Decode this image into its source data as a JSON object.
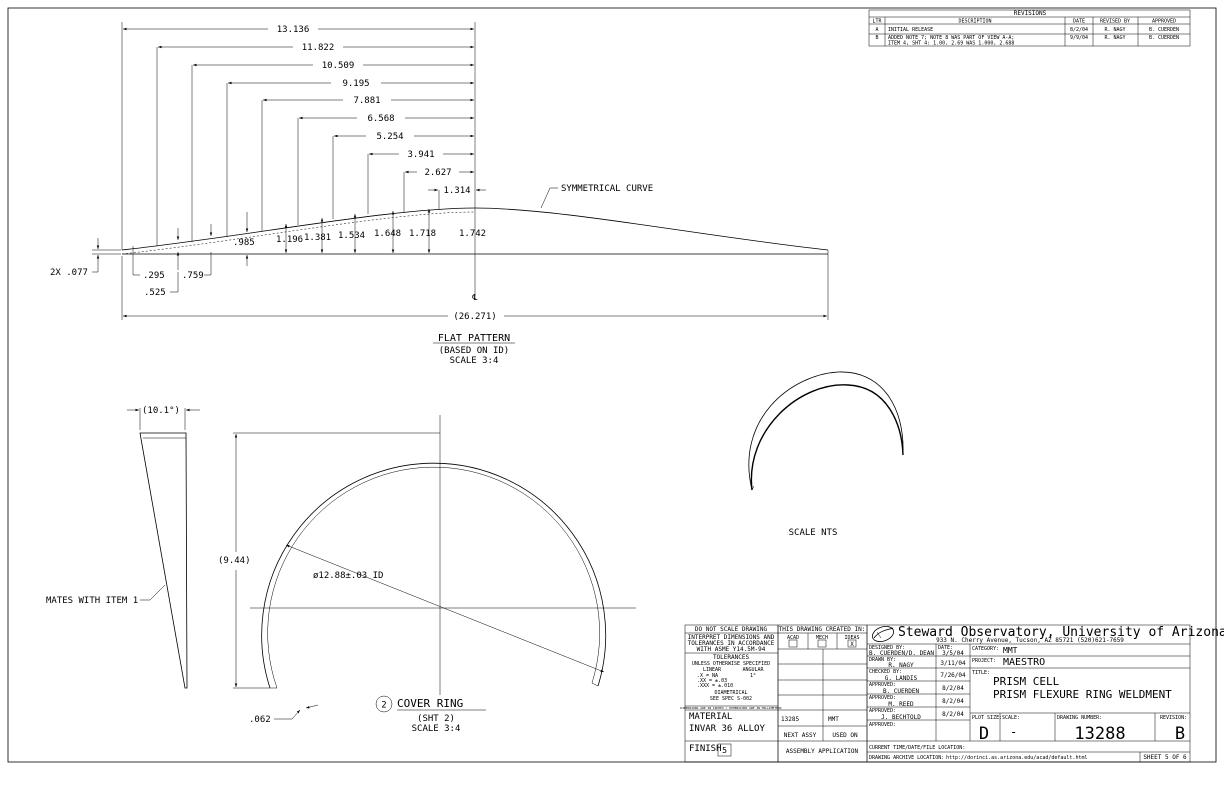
{
  "revisions": {
    "title": "REVISIONS",
    "headers": [
      "LTR",
      "DESCRIPTION",
      "DATE",
      "REVISED BY",
      "APPROVED"
    ],
    "rows": [
      {
        "ltr": "A",
        "desc1": "INITIAL RELEASE",
        "desc2": "",
        "date": "8/2/04",
        "revised_by": "R. NAGY",
        "approved": "B. CUERDEN"
      },
      {
        "ltr": "B",
        "desc1": "ADDED NOTE 7; NOTE 8 WAS PART OF VIEW A-A;",
        "desc2": "ITEM 4, SHT 4: 1.00, 2.69 WAS 1.000, 2.688",
        "date": "9/9/04",
        "revised_by": "R. NAGY",
        "approved": "B. CUERDEN"
      }
    ]
  },
  "flat_pattern": {
    "horizontal_dims": [
      "13.136",
      "11.822",
      "10.509",
      "9.195",
      "7.881",
      "6.568",
      "5.254",
      "3.941",
      "2.627",
      "1.314"
    ],
    "height_dims": [
      ".985",
      "1.196",
      "1.381",
      "1.534",
      "1.648",
      "1.718",
      "1.742"
    ],
    "lower_dims": [
      ".295",
      ".525",
      ".759"
    ],
    "edge_dim": "2X .077",
    "total_length": "(26.271)",
    "centerline": "℄",
    "curve_note": "SYMMETRICAL CURVE",
    "title": "FLAT PATTERN",
    "subtitle": "(BASED ON ID)",
    "scale": "SCALE 3:4"
  },
  "cover_ring": {
    "angle_dim": "(10.1°)",
    "mates_note": "MATES WITH ITEM 1",
    "height_dim": "(9.44)",
    "diameter_dim": "ø12.88±.03 ID",
    "thickness_dim": ".062",
    "item_number": "2",
    "title": "COVER RING",
    "sheet_ref": "(SHT 2)",
    "scale": "SCALE 3:4"
  },
  "iso_view": {
    "scale": "SCALE NTS"
  },
  "title_block": {
    "do_not_scale": "DO NOT SCALE DRAWING",
    "interpret": [
      "INTERPRET DIMENSIONS AND",
      "TOLERANCES IN ACCORDANCE",
      "WITH ASME Y14.5M-94"
    ],
    "tolerances_title": "TOLERANCES",
    "tolerances_sub": "UNLESS OTHERWISE SPECIFIED",
    "linear_label": "LINEAR",
    "angular_label": "ANGULAR",
    "tol_lines": [
      ".X   = NA",
      ".XX  = ±.03",
      ".XXX = ±.010"
    ],
    "angular_value": "1°",
    "diametrical_label": "DIAMETRICAL",
    "diametrical_spec": "SEE SPEC S-002",
    "dims_note": "DIMENSIONS ARE IN INCHES / DIMENSIONS ARE IN MILLIMETERS",
    "created_in": "THIS DRAWING CREATED IN:",
    "cad_options": [
      {
        "label": "ACAD",
        "mark": ""
      },
      {
        "label": "MECH",
        "mark": ""
      },
      {
        "label": "IDEAS",
        "mark": "X"
      }
    ],
    "material_label": "MATERIAL",
    "material_value": "INVAR 36 ALLOY",
    "finish_label": "FINISH",
    "finish_note": "5",
    "next_assy_value": "13285",
    "used_on_value": "MMT",
    "next_assy_label": "NEXT ASSY",
    "used_on_label": "USED ON",
    "assembly_application": "ASSEMBLY APPLICATION",
    "org_name": "Steward Observatory, University of Arizona",
    "org_address": "933 N. Cherry Avenue, Tucson, AZ 85721 (520)621-7659",
    "designed_label": "DESIGNED BY:",
    "designed_value": "B. CUERDEN/D. DEAN",
    "designed_date_label": "DATE:",
    "designed_date": "3/5/04",
    "drawn_label": "DRAWN BY:",
    "drawn_value": "R. NAGY",
    "drawn_date": "3/11/04",
    "checked_label": "CHECKED BY:",
    "checked_value": "G. LANDIS",
    "checked_date": "7/26/04",
    "approved1_label": "APPROVED:",
    "approved1_value": "B. CUERDEN",
    "approved1_date": "8/2/04",
    "approved2_label": "APPROVED:",
    "approved2_value": "M. REED",
    "approved2_date": "8/2/04",
    "approved3_label": "APPROVED:",
    "approved3_value": "J. BECHTOLD",
    "approved3_date": "8/2/04",
    "approved4_label": "APPROVED:",
    "category_label": "CATEGORY:",
    "category_value": "MMT",
    "project_label": "PROJECT:",
    "project_value": "MAESTRO",
    "title_label": "TITLE:",
    "title_line1": "PRISM CELL",
    "title_line2": "PRISM FLEXURE RING WELDMENT",
    "plot_size_label": "PLOT SIZE:",
    "plot_size_value": "D",
    "scale_label": "SCALE:",
    "scale_value": "-",
    "drawing_number_label": "DRAWING NUMBER:",
    "drawing_number_value": "13288",
    "revision_label": "REVISION:",
    "revision_value": "B",
    "current_time_label": "CURRENT TIME/DATE/FILE LOCATION:",
    "archive_label": "DRAWING ARCHIVE LOCATION:",
    "archive_value": "http://dorinci.as.arizona.edu/acad/default.html",
    "sheet": "SHEET 5 OF 6"
  }
}
